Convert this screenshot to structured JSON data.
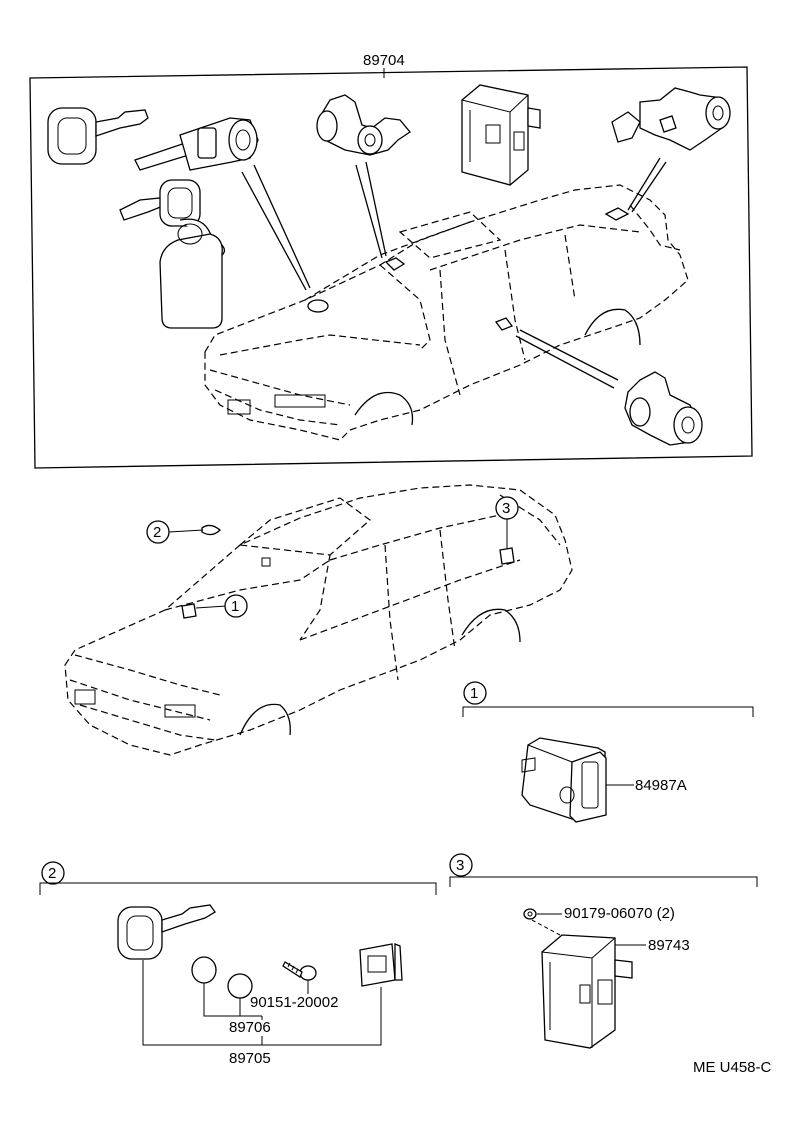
{
  "diagram": {
    "top_group": {
      "part_number": "89704"
    },
    "callouts": [
      "1",
      "2",
      "3"
    ],
    "detail_1": {
      "marker": "1",
      "parts": [
        "84987A"
      ]
    },
    "detail_2": {
      "marker": "2",
      "parts": [
        "90151-20002",
        "89706",
        "89705"
      ]
    },
    "detail_3": {
      "marker": "3",
      "parts": [
        "90179-06070 (2)",
        "89743"
      ]
    },
    "figure_code": "ME U458-C"
  }
}
